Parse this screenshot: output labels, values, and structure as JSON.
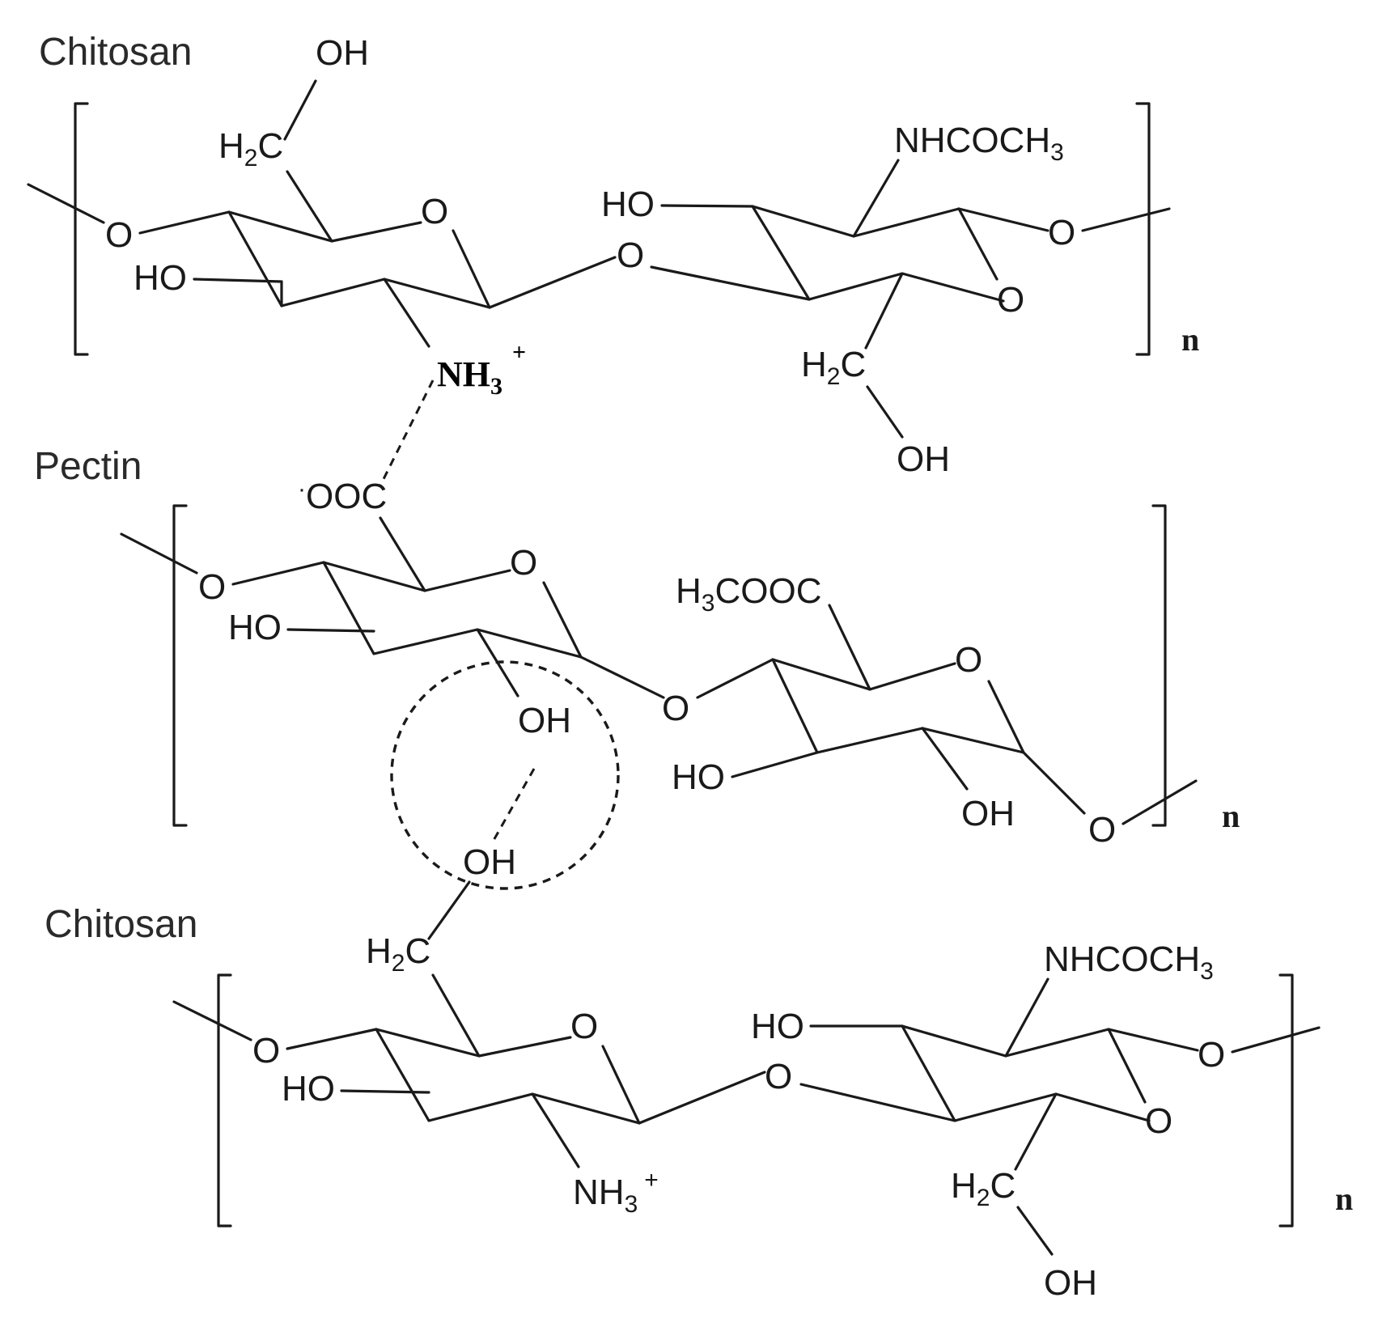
{
  "polymers": {
    "chitosan_top": "Chitosan",
    "pectin": "Pectin",
    "chitosan_bottom": "Chitosan"
  },
  "repeat": "n",
  "atoms": {
    "oxygen": "O",
    "hydroxyl": "OH",
    "hydroxyl_left": "HO",
    "ring_oxygen": "O",
    "h2c_h": "H",
    "h2c_2": "2",
    "h2c_c": "C",
    "nh3_n": "NH",
    "nh3_3": "3",
    "nh3_plus": "+",
    "nhcoch_text": "NHCOCH",
    "nhcoch_3": "3",
    "coo_minus": "·",
    "coo_text": "OOC",
    "h3cooc_h": "H",
    "h3cooc_3": "3",
    "h3cooc_text": "COOC"
  }
}
